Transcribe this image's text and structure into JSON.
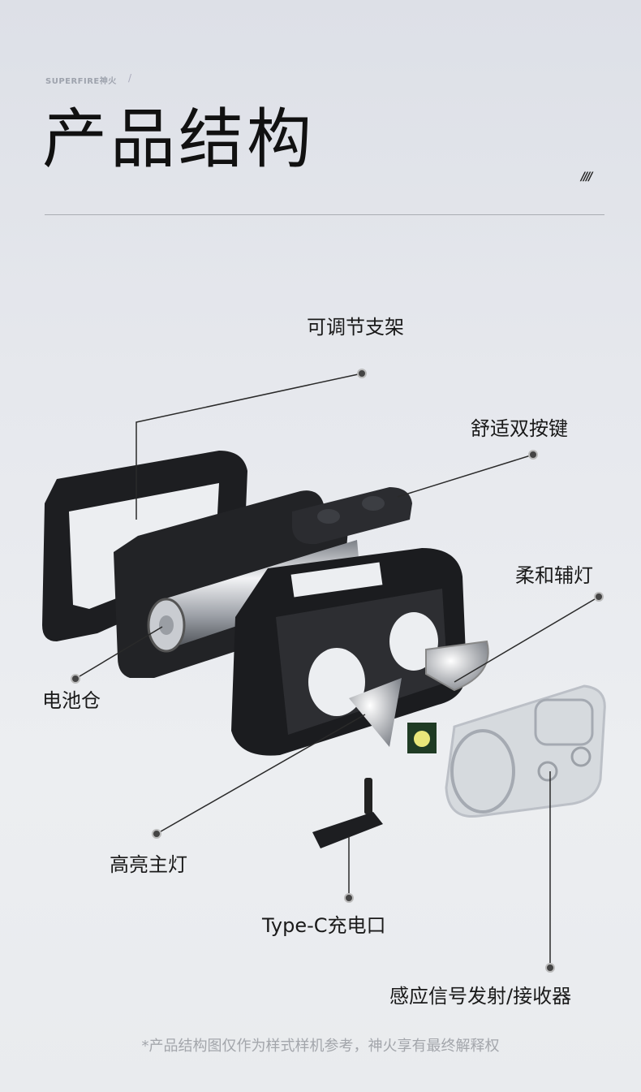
{
  "header": {
    "brand": "SUPERFIRE神火",
    "separator": "/",
    "title": "产品结构",
    "decoration": "////"
  },
  "parts": {
    "adjustable_bracket": "可调节支架",
    "dual_buttons": "舒适双按键",
    "soft_aux_light": "柔和辅灯",
    "battery_compartment": "电池仓",
    "main_light": "高亮主灯",
    "charging_port": "Type-C充电口",
    "sensor": "感应信号发射/接收器"
  },
  "footnote": "*产品结构图仅作为样式样机参考，神火享有最终解释权",
  "colors": {
    "leader_line": "#2a2a2a",
    "housing": "#1d1e21",
    "lens": "#d4d8dd"
  }
}
